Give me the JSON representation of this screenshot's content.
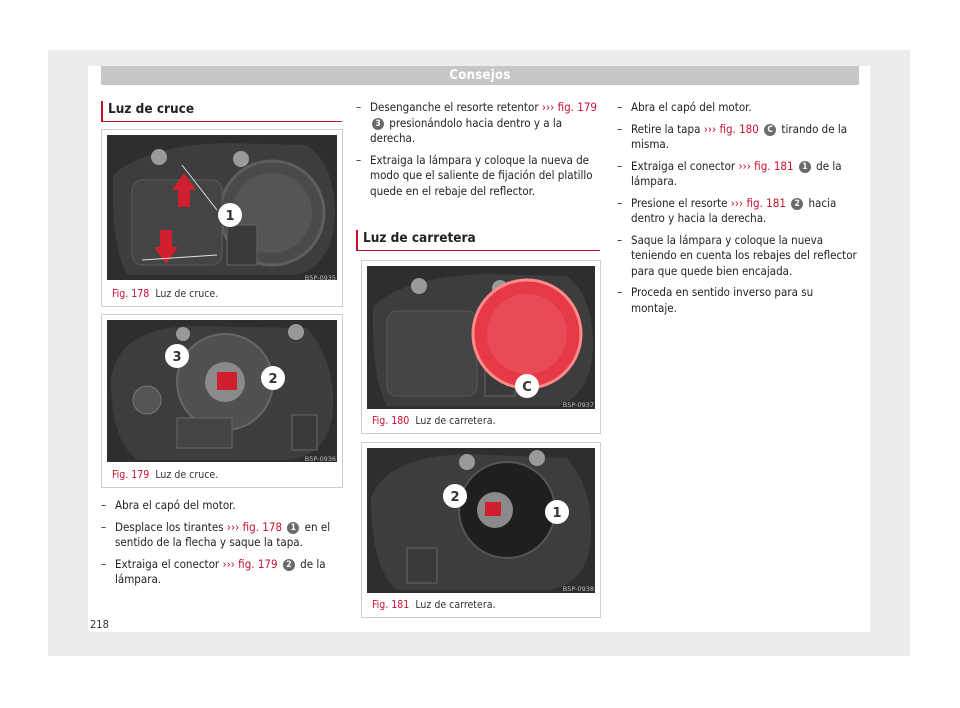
{
  "header": {
    "title": "Consejos"
  },
  "sections": {
    "cruce_title": "Luz de cruce",
    "carretera_title": "Luz de carretera"
  },
  "figures": {
    "f178": {
      "number": "Fig. 178",
      "caption": "Luz de cruce.",
      "code": "B5P-0935",
      "callouts": [
        "1"
      ]
    },
    "f179": {
      "number": "Fig. 179",
      "caption": "Luz de cruce.",
      "code": "B5P-0936",
      "callouts": [
        "3",
        "2"
      ]
    },
    "f180": {
      "number": "Fig. 180",
      "caption": "Luz de carretera.",
      "code": "B5P-0937",
      "callouts": [
        "C"
      ]
    },
    "f181": {
      "number": "Fig. 181",
      "caption": "Luz de carretera.",
      "code": "B5P-0938",
      "callouts": [
        "2",
        "1"
      ]
    }
  },
  "col1_steps": [
    {
      "text": "Abra el capó del motor."
    },
    {
      "pre": "Desplace los tirantes ",
      "arrow": "›››",
      "ref": "fig. 178",
      "badge": "1",
      "post": " en el sentido de la flecha y saque la tapa."
    },
    {
      "pre": "Extraiga el conector ",
      "arrow": "›››",
      "ref": "fig. 179",
      "badge": "2",
      "post": " de la lámpara."
    }
  ],
  "col2_steps": [
    {
      "pre": "Desenganche el resorte retentor ",
      "arrow": "›››",
      "ref": "fig. 179",
      "badge": "3",
      "post": " presionándolo hacia dentro y a la derecha."
    },
    {
      "text": "Extraiga la lámpara y coloque la nueva de modo que el saliente de fijación del platillo quede en el rebaje del reflector."
    }
  ],
  "col3_steps": [
    {
      "text": "Abra el capó del motor."
    },
    {
      "pre": "Retire la tapa ",
      "arrow": "›››",
      "ref": "fig. 180",
      "badge": "C",
      "post": " tirando de la misma."
    },
    {
      "pre": "Extraiga el conector ",
      "arrow": "›››",
      "ref": "fig. 181",
      "badge": "1",
      "post": " de la lámpara."
    },
    {
      "pre": "Presione el resorte ",
      "arrow": "›››",
      "ref": "fig. 181",
      "badge": "2",
      "post": " hacia dentro y hacia la derecha."
    },
    {
      "text": "Saque la lámpara y coloque la nueva teniendo en cuenta los rebajes del reflector para que quede bien encajada."
    },
    {
      "text": "Proceda en sentido inverso para su montaje."
    }
  ],
  "page_number": "218",
  "colors": {
    "accent": "#c8102e",
    "header_bg": "#c7c7c7",
    "badge": "#6a6a6a"
  }
}
